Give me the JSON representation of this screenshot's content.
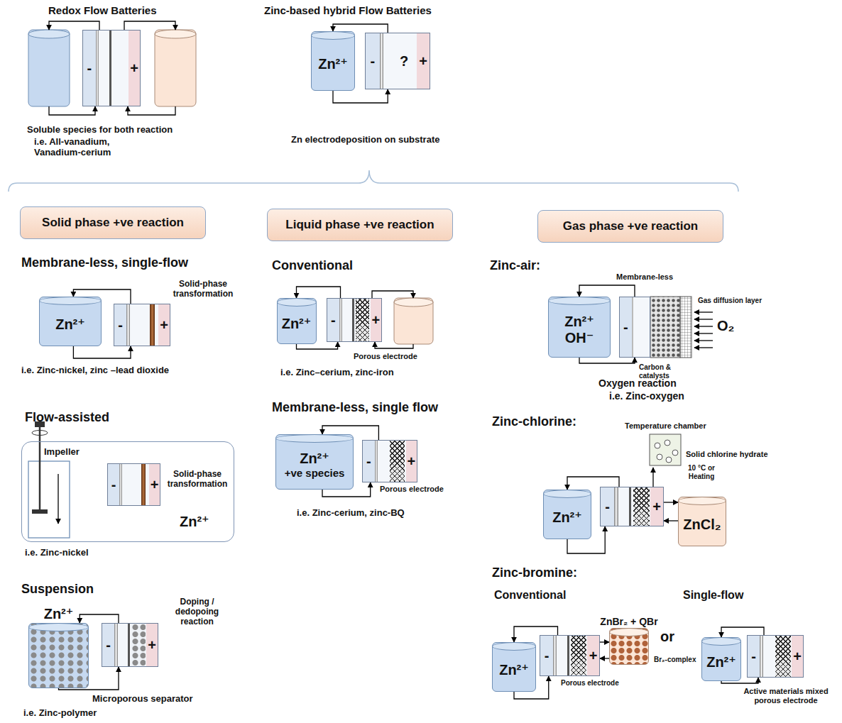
{
  "diagram": {
    "nodes": [
      {
        "text": [
          "-",
          "+"
        ]
      },
      {
        "text": [
          "Zn²⁺"
        ]
      },
      {
        "text": [
          "-",
          "?",
          "+"
        ]
      },
      {
        "text": [
          "Solid phase +ve reaction"
        ]
      },
      {
        "text": [
          "Liquid phase +ve reaction"
        ]
      },
      {
        "text": [
          "Gas phase +ve reaction"
        ]
      },
      {
        "text": [
          "Zn²⁺"
        ]
      },
      {
        "text": [
          "-",
          "+"
        ]
      },
      {
        "text": [
          "Zn²⁺"
        ]
      },
      {
        "text": [
          "-",
          "+"
        ],
        "in": 8
      },
      {
        "text": [
          "Zn²⁺"
        ]
      },
      {
        "text": [
          "-",
          "+"
        ]
      },
      {
        "text": [
          "Zn²⁺"
        ]
      },
      {
        "text": [
          "-",
          "+"
        ]
      },
      {
        "text": [
          "Zn²⁺",
          "+ve species"
        ]
      },
      {
        "text": [
          "-",
          "+"
        ]
      },
      {
        "text": [
          "Zn²⁺",
          "OH⁻"
        ]
      },
      {
        "text": [
          "-"
        ]
      },
      {
        "text": [
          "Zn²⁺"
        ]
      },
      {
        "text": [
          "-",
          "+"
        ]
      },
      {
        "text": [
          "ZnCl₂"
        ]
      },
      {
        "text": [
          "Zn²⁺"
        ]
      },
      {
        "text": [
          "-",
          "+"
        ]
      },
      {
        "text": [
          "ZnBr₂ + QBr"
        ]
      },
      {
        "text": [
          "Zn²⁺"
        ]
      },
      {
        "text": [
          "-",
          "+"
        ]
      }
    ],
    "edges": [
      {
        "from": 2,
        "to": 1,
        "arrow": "to"
      },
      {
        "from": 1,
        "to": 2,
        "arrow": "to"
      },
      {
        "from": 7,
        "to": 6,
        "arrow": "to"
      },
      {
        "from": 6,
        "to": 7,
        "arrow": "to"
      },
      {
        "from": 11,
        "to": 10,
        "arrow": "to"
      },
      {
        "from": 10,
        "to": 11,
        "arrow": "to"
      },
      {
        "from": 13,
        "to": 12,
        "arrow": "to"
      },
      {
        "from": 12,
        "to": 13,
        "arrow": "to"
      },
      {
        "from": 15,
        "to": 14,
        "arrow": "to"
      },
      {
        "from": 14,
        "to": 15,
        "arrow": "to"
      },
      {
        "from": 17,
        "to": 16,
        "arrow": "to"
      },
      {
        "from": 16,
        "to": 17,
        "arrow": "to"
      },
      {
        "from": 19,
        "to": 18,
        "arrow": "to"
      },
      {
        "from": 18,
        "to": 19,
        "arrow": "to"
      },
      {
        "from": 19,
        "to": 20,
        "arrow": "to"
      },
      {
        "from": 20,
        "to": 19,
        "arrow": "to"
      },
      {
        "from": 22,
        "to": 21,
        "arrow": "to"
      },
      {
        "from": 21,
        "to": 22,
        "arrow": "to"
      },
      {
        "from": 22,
        "to": 23,
        "arrow": "to"
      },
      {
        "from": 23,
        "to": 22,
        "arrow": "to"
      },
      {
        "from": 25,
        "to": 24,
        "arrow": "to"
      },
      {
        "from": 24,
        "to": 25,
        "arrow": "to"
      }
    ],
    "labels": [
      "Redox Flow Batteries",
      "Zinc-based hybrid Flow Batteries",
      "Soluble species for both reaction",
      "i.e. All-vanadium, Vanadium-cerium",
      "Zn electrodeposition on substrate",
      "Membrane-less, single-flow",
      "Solid-phase transformation",
      "i.e. Zinc-nickel, zinc –lead dioxide",
      "Flow-assisted",
      "Impeller",
      "Solid-phase transformation",
      "i.e. Zinc-nickel",
      "Suspension",
      "Doping / dedopoing reaction",
      "Microporous separator",
      "i.e. Zinc-polymer",
      "Conventional",
      "Porous electrode",
      "i.e. Zinc–cerium, zinc-iron",
      "Membrane-less, single flow",
      "Porous electrode",
      "i.e. Zinc-cerium, zinc-BQ",
      "Zinc-air:",
      "Membrane-less",
      "Gas diffusion layer",
      "O₂",
      "Carbon & catalysts",
      "Oxygen reaction",
      "i.e. Zinc-oxygen",
      "Zinc-chlorine:",
      "Temperature chamber",
      "Solid chlorine hydrate",
      "10 °C or Heating",
      "Zinc-bromine:",
      "Conventional",
      "Single-flow",
      "Br₂-complex",
      "Porous electrode",
      "or",
      "Active materials mixed porous electrode"
    ]
  }
}
